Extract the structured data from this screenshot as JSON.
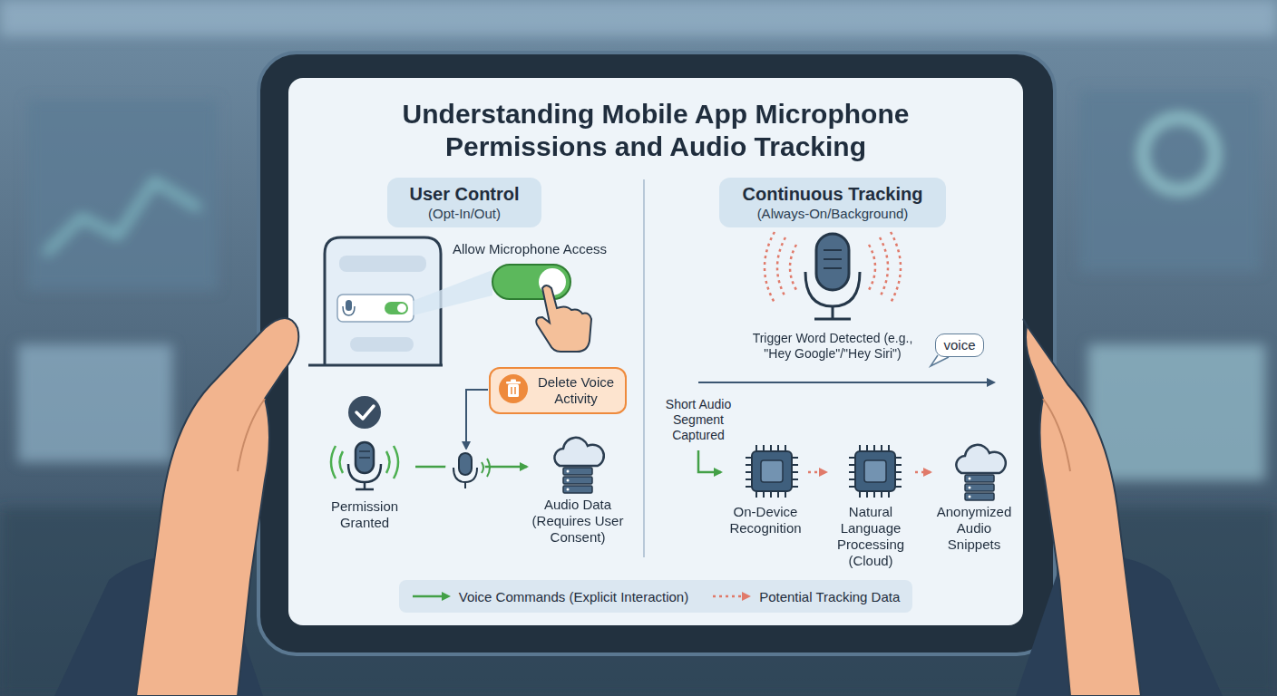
{
  "diagram": {
    "title": "Understanding Mobile App Microphone Permissions and Audio Tracking",
    "nodes": [
      {
        "text": [
          "User Control",
          "(Opt-In/Out)"
        ]
      },
      {
        "text": [
          "Continuous Tracking",
          "(Always-On/Background)"
        ]
      },
      {
        "text": [
          "Delete Voice Activity"
        ]
      },
      {
        "text": [
          "Permission Granted"
        ]
      },
      {
        "text": [
          "Audio Data (Requires User Consent)"
        ]
      },
      {
        "text": [
          "voice"
        ]
      },
      {
        "text": [
          "On-Device Recognition"
        ]
      },
      {
        "text": [
          "Natural Language Processing (Cloud)"
        ]
      },
      {
        "text": [
          "Anonymized Audio Snippets"
        ]
      }
    ],
    "edges": [
      {
        "from": 3,
        "to": 4,
        "arrow": "to"
      },
      {
        "from": 6,
        "to": 7,
        "arrow": "to"
      },
      {
        "from": 7,
        "to": 8,
        "arrow": "to"
      }
    ],
    "labels": [
      "Allow Microphone Access",
      "Trigger Word Detected (e.g., \"Hey Google\"/\"Hey Siri\")",
      "Short Audio Segment Captured"
    ],
    "legend": [
      {
        "text": "Voice Commands (Explicit Interaction)"
      },
      {
        "text": "Potential Tracking Data"
      }
    ]
  }
}
